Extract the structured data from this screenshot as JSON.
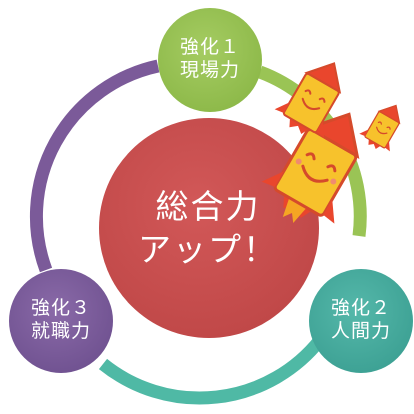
{
  "diagram": {
    "center": {
      "line1": "総合力",
      "line2": "アップ！"
    },
    "nodes": [
      {
        "id": "genbaryoku",
        "line1": "強化１",
        "line2": "現場力"
      },
      {
        "id": "ningenryoku",
        "line1": "強化２",
        "line2": "人間力"
      },
      {
        "id": "shushokuryoku",
        "line1": "強化３",
        "line2": "就職力"
      }
    ],
    "colors": {
      "center": "#c94f4f",
      "node1": "#99c254",
      "node2": "#46ad9f",
      "node3": "#7d5e9b",
      "ring_green": "#9ac455",
      "ring_teal": "#4fb9a5",
      "ring_purple": "#7b5a99",
      "rocket_body": "#f7c22c",
      "rocket_nose": "#e9462d",
      "rocket_outline": "#d54a2b"
    },
    "decorations": [
      "rocket-icon-large",
      "rocket-icon-medium",
      "rocket-icon-small"
    ]
  }
}
